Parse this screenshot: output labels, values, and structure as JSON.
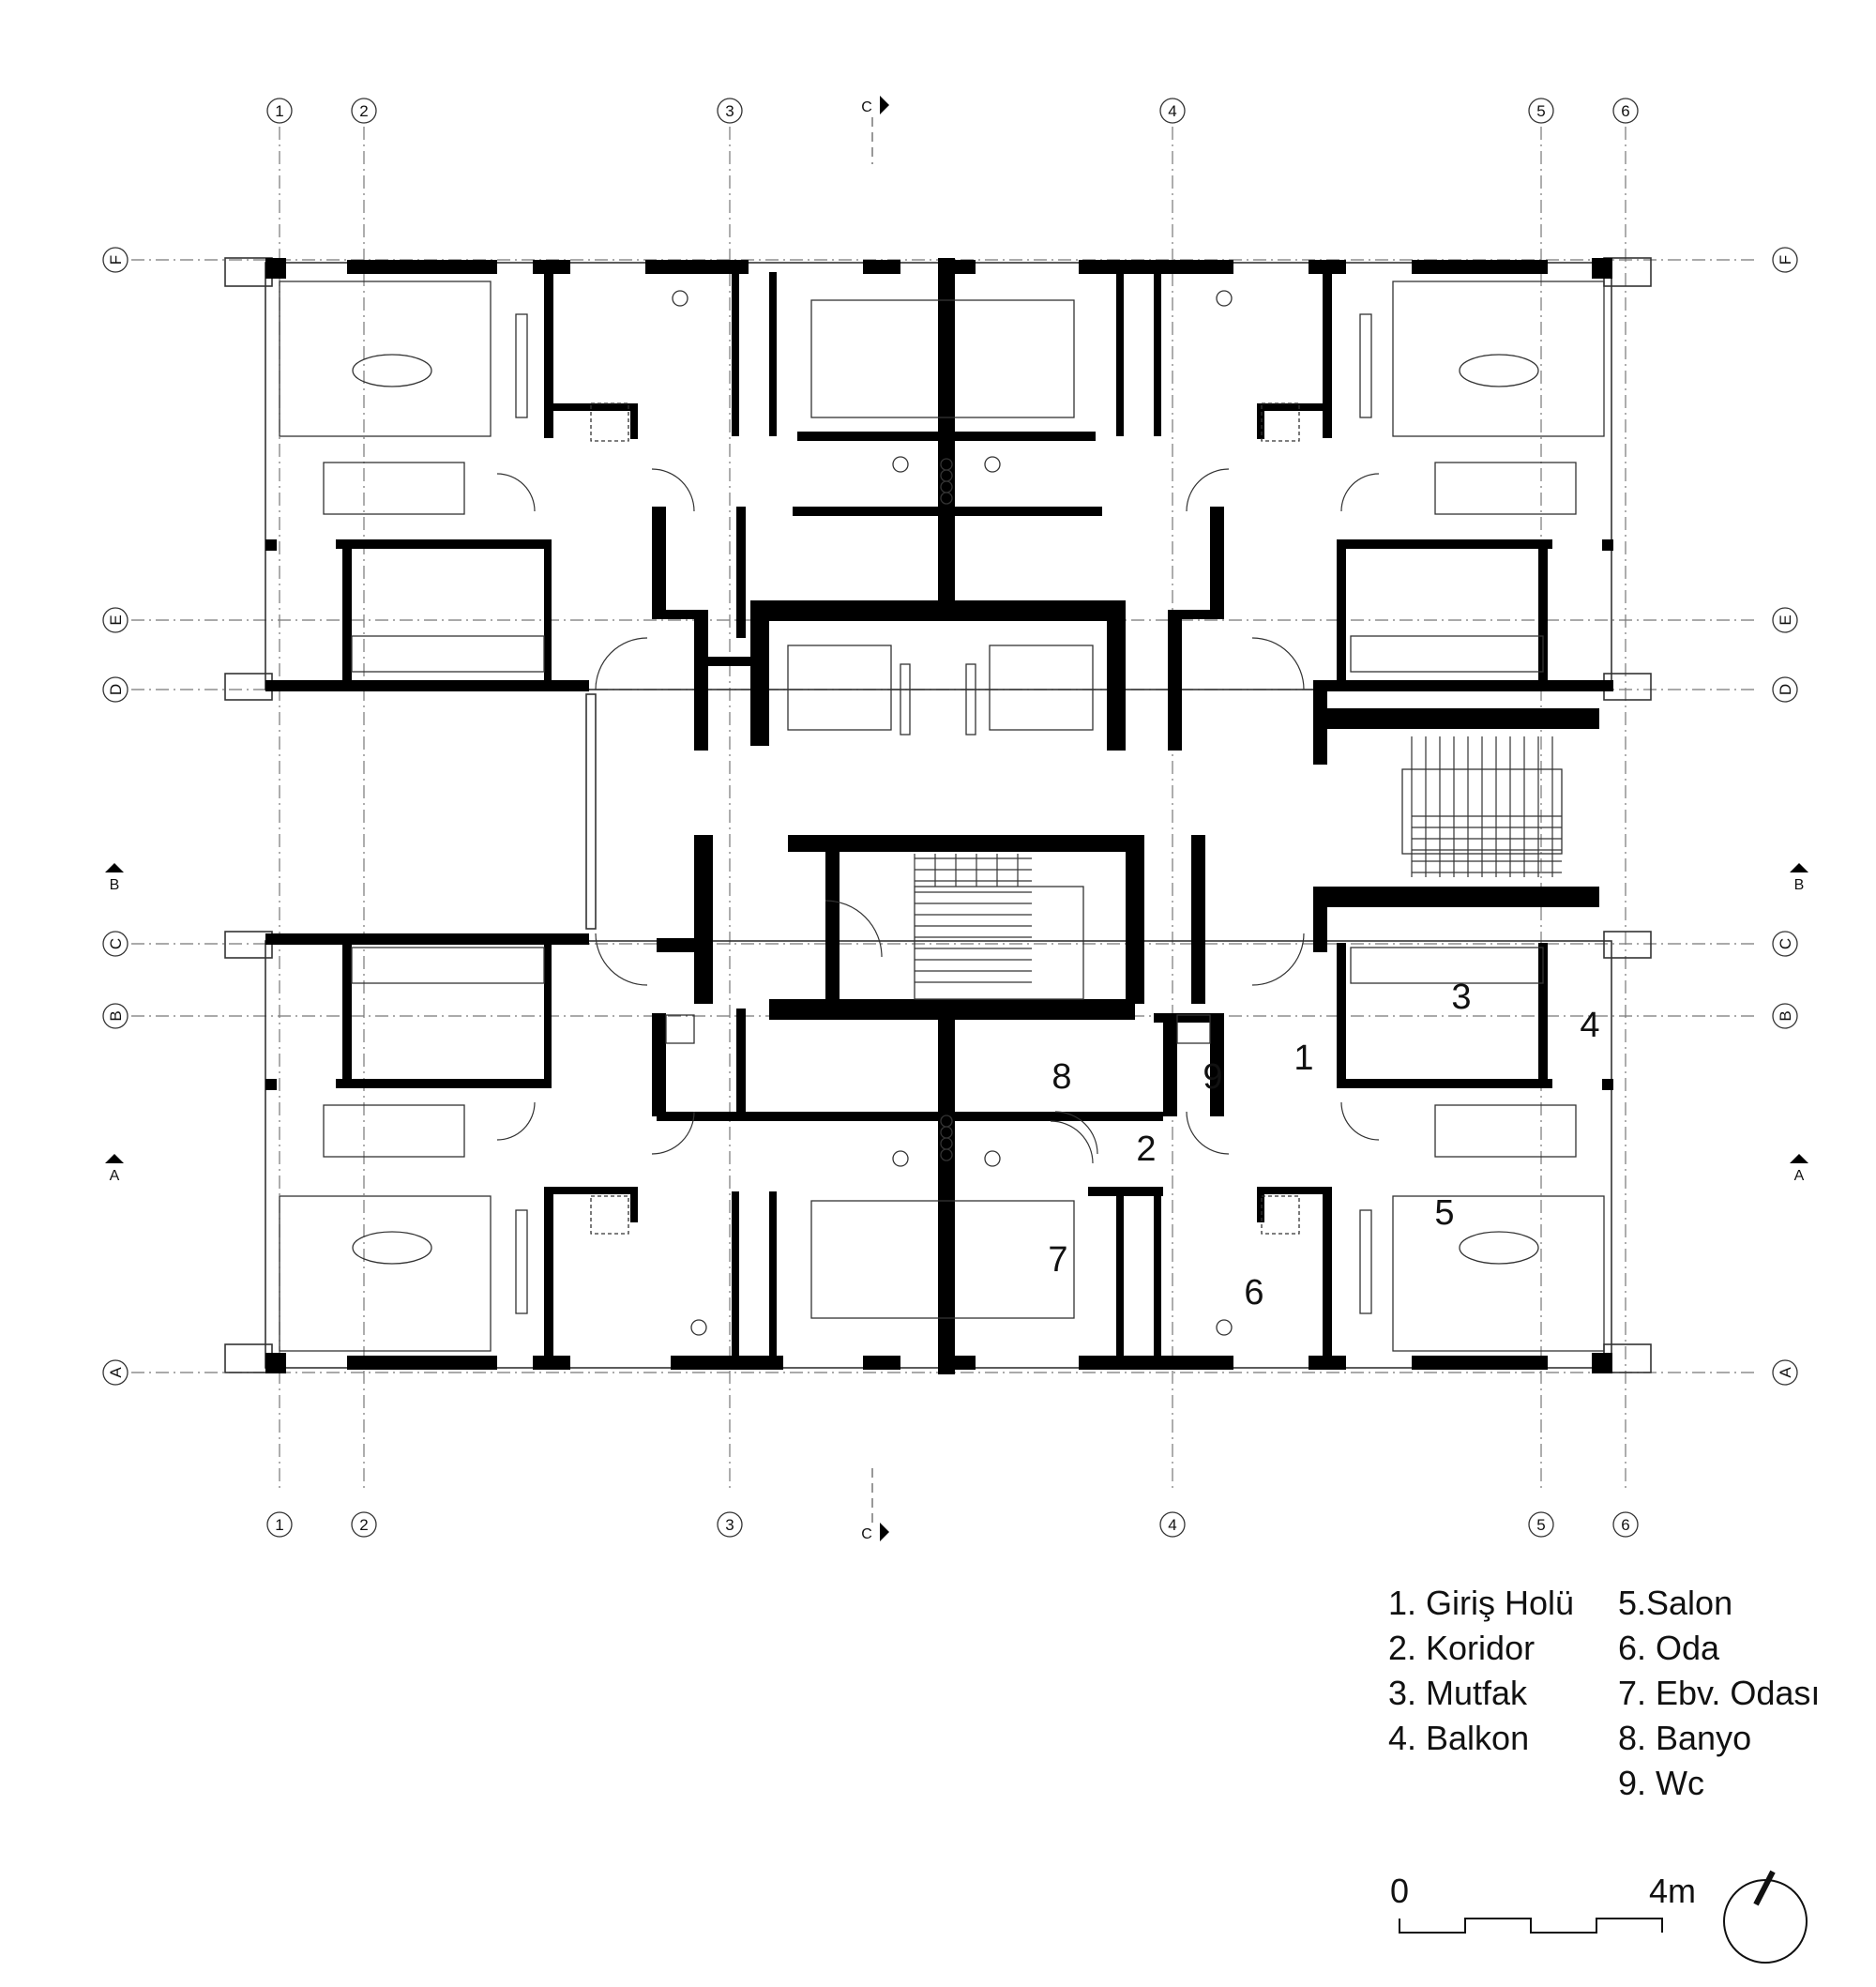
{
  "grid": {
    "columns": [
      "1",
      "2",
      "3",
      "4",
      "5",
      "6"
    ],
    "rows": [
      "F",
      "E",
      "D",
      "C",
      "B",
      "A"
    ],
    "section_marks": [
      "C",
      "B",
      "A"
    ]
  },
  "room_numbers": [
    "1",
    "2",
    "3",
    "4",
    "5",
    "6",
    "7",
    "8",
    "9"
  ],
  "legend": {
    "col1": [
      "1. Giriş Holü",
      "2. Koridor",
      "3. Mutfak",
      "4. Balkon"
    ],
    "col2": [
      "5.Salon",
      "6. Oda",
      "7. Ebv. Odası",
      "8. Banyo",
      "9. Wc"
    ]
  },
  "scale": {
    "start": "0",
    "end": "4m"
  },
  "north_arrow": "north-arrow-icon"
}
